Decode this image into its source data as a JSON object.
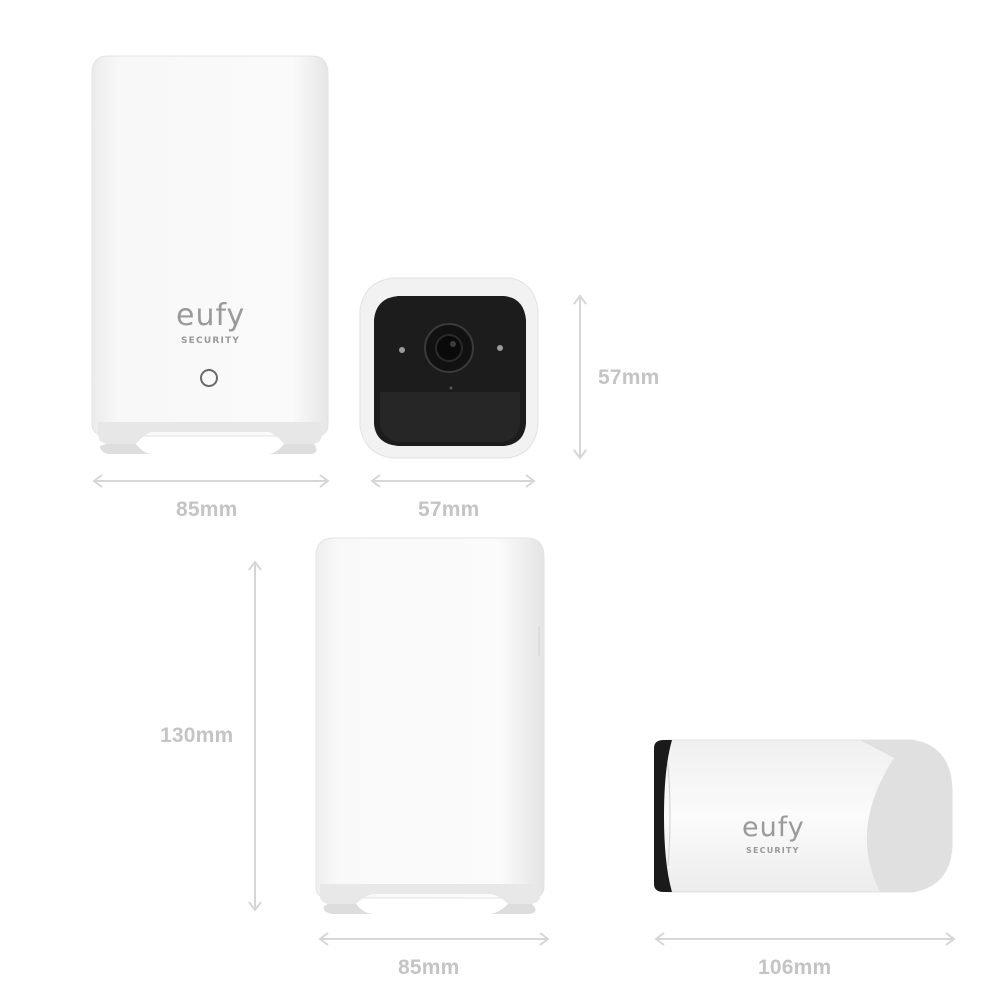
{
  "brand": {
    "logo": "eufy",
    "tagline": "SECURITY"
  },
  "dimensions": {
    "homebase_front_width": "85mm",
    "camera_front_width": "57mm",
    "camera_front_height": "57mm",
    "homebase_side_height": "130mm",
    "homebase_side_width": "85mm",
    "camera_side_length": "106mm"
  },
  "colors": {
    "background": "#ffffff",
    "device_body": "#f4f4f4",
    "camera_face": "#1c1c1c",
    "dimension_text": "#c4c4c4",
    "arrow": "#d6d6d6"
  }
}
